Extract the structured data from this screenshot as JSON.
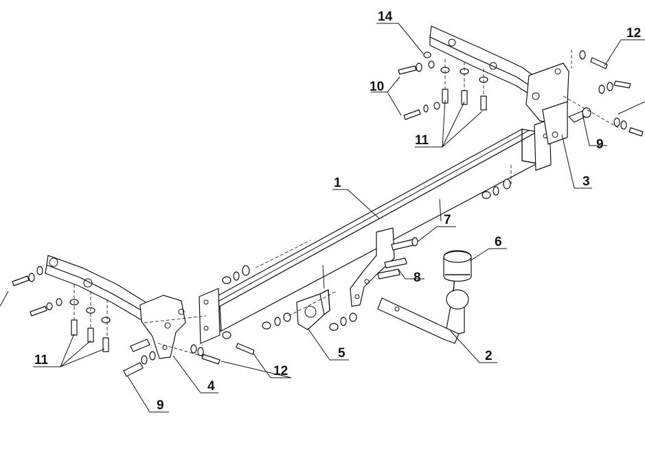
{
  "callouts": {
    "c1": "1",
    "c2": "2",
    "c3": "3",
    "c4": "4",
    "c5": "5",
    "c6": "6",
    "c7": "7",
    "c8": "8",
    "c9_right": "9",
    "c9_left": "9",
    "c10": "10",
    "c11_right": "11",
    "c11_left": "11",
    "c12_left": "12",
    "c12_right": "12",
    "c14": "14"
  },
  "colors": {
    "line": "#111111",
    "background": "#ffffff",
    "shade": "#d9d9d9"
  }
}
